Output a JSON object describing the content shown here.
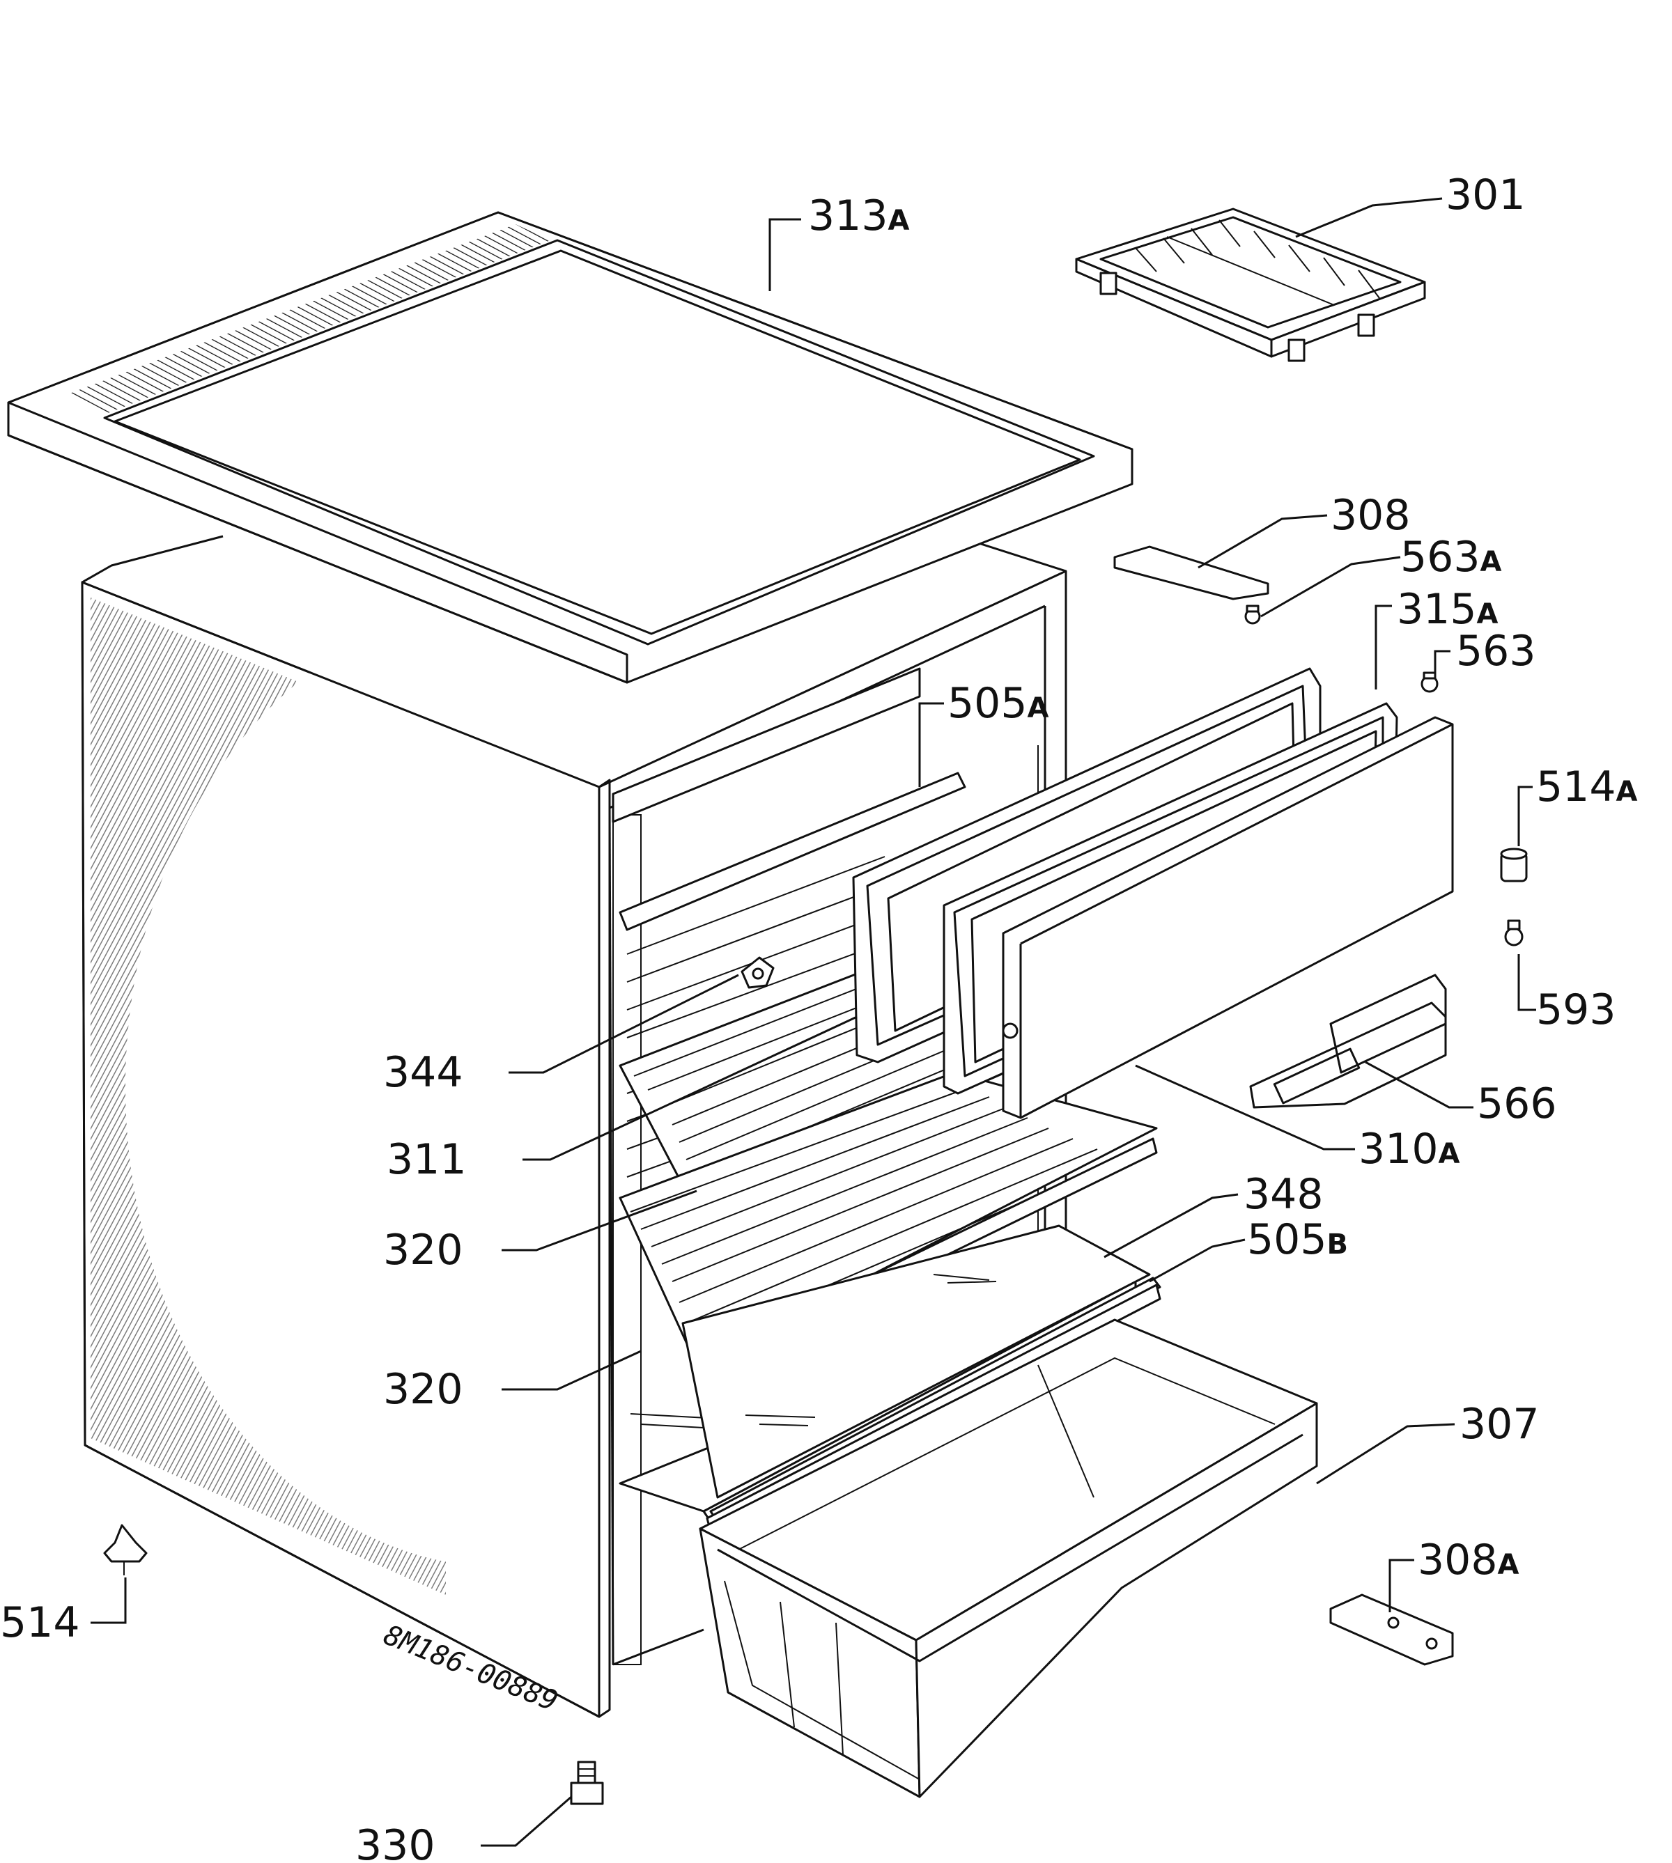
{
  "parts": [
    {
      "id": "p301",
      "num": "301",
      "sfx": ""
    },
    {
      "id": "p313A",
      "num": "313",
      "sfx": "A"
    },
    {
      "id": "p308",
      "num": "308",
      "sfx": ""
    },
    {
      "id": "p563A",
      "num": "563",
      "sfx": "A"
    },
    {
      "id": "p315A",
      "num": "315",
      "sfx": "A"
    },
    {
      "id": "p563",
      "num": "563",
      "sfx": ""
    },
    {
      "id": "p505A",
      "num": "505",
      "sfx": "A"
    },
    {
      "id": "p514A",
      "num": "514",
      "sfx": "A"
    },
    {
      "id": "p593",
      "num": "593",
      "sfx": ""
    },
    {
      "id": "p344",
      "num": "344",
      "sfx": ""
    },
    {
      "id": "p566",
      "num": "566",
      "sfx": ""
    },
    {
      "id": "p311",
      "num": "311",
      "sfx": ""
    },
    {
      "id": "p310A",
      "num": "310",
      "sfx": "A"
    },
    {
      "id": "p348",
      "num": "348",
      "sfx": ""
    },
    {
      "id": "p320a",
      "num": "320",
      "sfx": ""
    },
    {
      "id": "p505B",
      "num": "505",
      "sfx": "B"
    },
    {
      "id": "p320b",
      "num": "320",
      "sfx": ""
    },
    {
      "id": "p307",
      "num": "307",
      "sfx": ""
    },
    {
      "id": "p308A",
      "num": "308",
      "sfx": "A"
    },
    {
      "id": "p514",
      "num": "514",
      "sfx": ""
    },
    {
      "id": "p330",
      "num": "330",
      "sfx": ""
    }
  ],
  "drawing_code": "8M186-00889"
}
